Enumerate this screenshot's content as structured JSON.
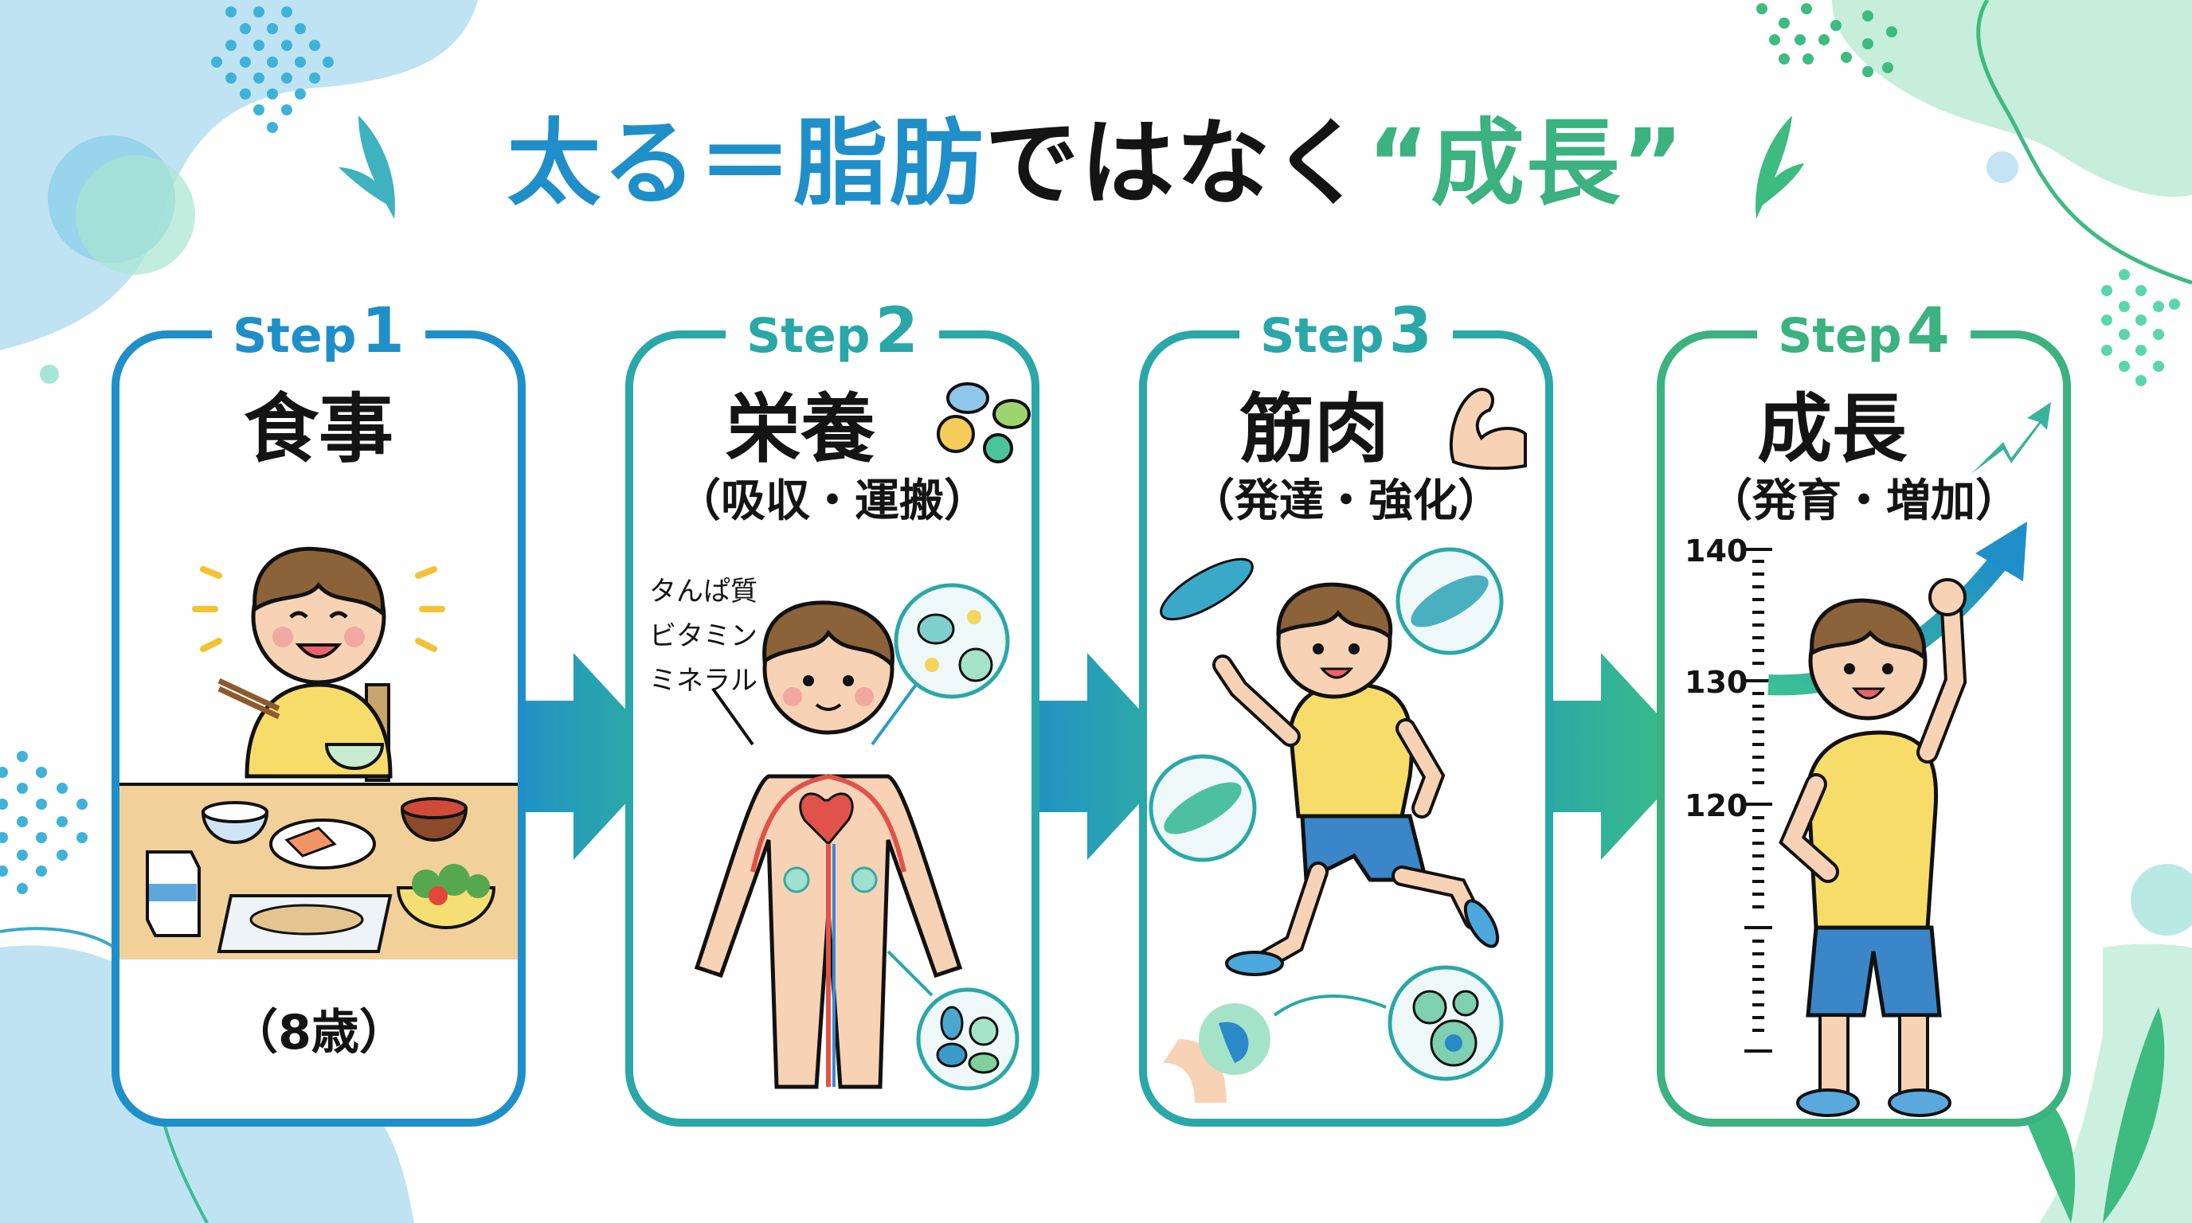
{
  "title": {
    "part1": "太る＝脂肪",
    "part2": "ではなく",
    "part3": "“成長”",
    "colors": {
      "part1": "#1f8fc9",
      "part2": "#141414",
      "part3": "#3bb27f"
    }
  },
  "steps": [
    {
      "label": "Step",
      "number": "1",
      "title": "食事",
      "subtitle": "",
      "footer": "（8歳）",
      "color": "#1f8fc9",
      "icon": "meal-illustration"
    },
    {
      "label": "Step",
      "number": "2",
      "title": "栄養",
      "subtitle": "（吸収・運搬）",
      "color": "#2aa7a8",
      "icon": "nutrient-beans-icon",
      "callout": [
        "タんぱ質",
        "ビタミン",
        "ミネラル"
      ]
    },
    {
      "label": "Step",
      "number": "3",
      "title": "筋肉",
      "subtitle": "（発達・強化）",
      "color": "#2aa7a8",
      "icon": "flexed-arm-icon"
    },
    {
      "label": "Step",
      "number": "4",
      "title": "成長",
      "subtitle": "（発育・増加）",
      "color": "#3bb27f",
      "icon": "growth-arrow-icon",
      "height_scale": [
        "140",
        "130",
        "120"
      ]
    }
  ],
  "arrows": [
    {
      "from": "Step 1",
      "to": "Step 2"
    },
    {
      "from": "Step 2",
      "to": "Step 3"
    },
    {
      "from": "Step 3",
      "to": "Step 4"
    }
  ]
}
